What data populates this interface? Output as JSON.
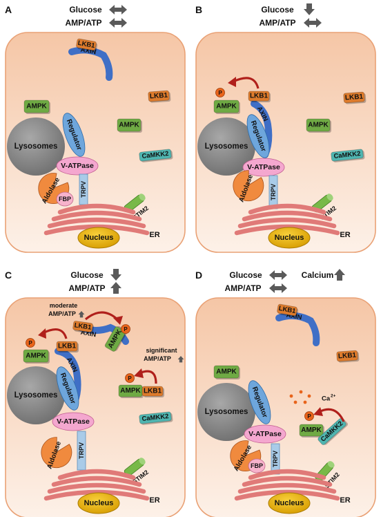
{
  "colors": {
    "cell_top": "#f5c6a6",
    "cell_bottom": "#fdeee4",
    "cell_border": "#e9a175",
    "lysosome": "#8c8c8c",
    "ampk": "#6faa44",
    "lkb1": "#dd7b2c",
    "axin": "#3f6fc6",
    "regulator": "#6ea6dc",
    "vatpase": "#f4a7cf",
    "aldolase": "#f08a3e",
    "fbp": "#f7b3cc",
    "trpv": "#a9cbe8",
    "camkk2": "#4fb5b0",
    "stim2": "#78b948",
    "er": "#e07a78",
    "nucleus": "#f2b705",
    "phospho": "#e8641b",
    "arrow_red": "#b0201b",
    "arrow_gray": "#5a5a5a"
  },
  "panels": {
    "A": {
      "letter": "A",
      "glucose": "Glucose",
      "ampatp": "AMP/ATP",
      "glucose_icon": "double-arrow-icon",
      "ampatp_icon": "double-arrow-icon"
    },
    "B": {
      "letter": "B",
      "glucose": "Glucose",
      "ampatp": "AMP/ATP",
      "glucose_icon": "down-arrow-icon",
      "ampatp_icon": "double-arrow-icon"
    },
    "C": {
      "letter": "C",
      "glucose": "Glucose",
      "ampatp": "AMP/ATP",
      "glucose_icon": "down-arrow-icon",
      "ampatp_icon": "up-arrow-icon",
      "moderate_line1": "moderate",
      "moderate_line2": "AMP/ATP",
      "significant_line1": "significant",
      "significant_line2": "AMP/ATP"
    },
    "D": {
      "letter": "D",
      "glucose": "Glucose",
      "ampatp": "AMP/ATP",
      "calcium": "Calcium",
      "glucose_icon": "double-arrow-icon",
      "ampatp_icon": "double-arrow-icon",
      "calcium_icon": "up-arrow-icon",
      "ca_ion": "Ca",
      "ca_charge": "2+"
    }
  },
  "labels": {
    "ampk": "AMPK",
    "lkb1": "LKB1",
    "axin": "AXIN",
    "lysosomes": "Lysosomes",
    "regulator": "Regulator",
    "vatpase": "V-ATPase",
    "aldolase": "Aldolase",
    "fbp": "FBP",
    "trpv": "TRPV",
    "camkk2": "CaMKK2",
    "stim2": "STIM2",
    "er": "ER",
    "nucleus": "Nucleus",
    "phospho": "P"
  }
}
